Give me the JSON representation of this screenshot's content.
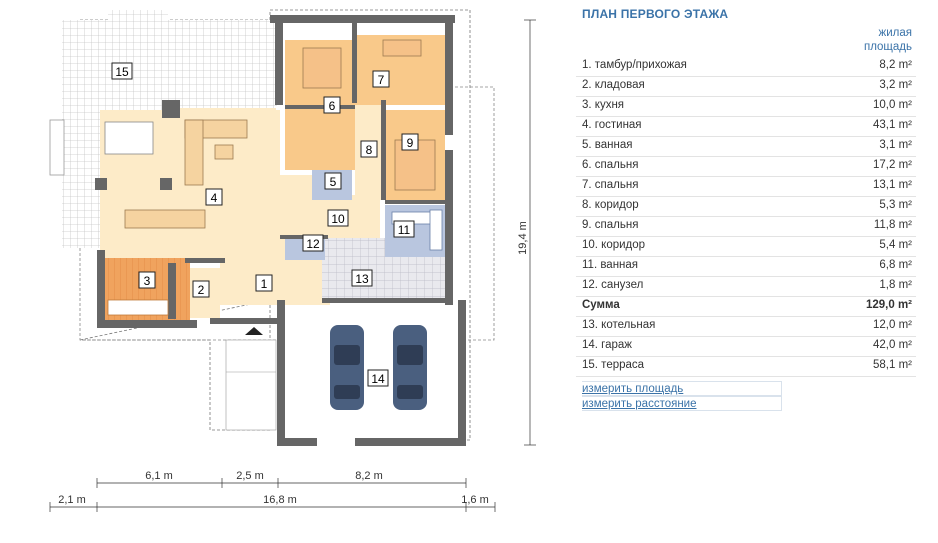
{
  "panel": {
    "title": "ПЛАН ПЕРВОГО ЭТАЖА",
    "area_header_line1": "жилая",
    "area_header_line2": "площадь",
    "rooms": [
      {
        "name": "1. тамбур/прихожая",
        "area": "8,2 m²"
      },
      {
        "name": "2. кладовая",
        "area": "3,2 m²"
      },
      {
        "name": "3. кухня",
        "area": "10,0 m²"
      },
      {
        "name": "4. гостиная",
        "area": "43,1 m²"
      },
      {
        "name": "5. ванная",
        "area": "3,1 m²"
      },
      {
        "name": "6. спальня",
        "area": "17,2 m²"
      },
      {
        "name": "7. спальня",
        "area": "13,1 m²"
      },
      {
        "name": "8. коридор",
        "area": "5,3 m²"
      },
      {
        "name": "9. спальня",
        "area": "11,8 m²"
      },
      {
        "name": "10. коридор",
        "area": "5,4 m²"
      },
      {
        "name": "11. ванная",
        "area": "6,8 m²"
      },
      {
        "name": "12. санузел",
        "area": "1,8 m²"
      }
    ],
    "total": {
      "name": "Сумма",
      "area": "129,0 m²"
    },
    "extra_rooms": [
      {
        "name": "13. котельная",
        "area": "12,0 m²"
      },
      {
        "name": "14. гараж",
        "area": "42,0 m²"
      },
      {
        "name": "15. терраса",
        "area": "58,1 m²"
      }
    ],
    "tools": {
      "measure_area": "измерить площадь",
      "measure_distance": "измерить расстояние"
    }
  },
  "plan": {
    "room_numbers": [
      "1",
      "2",
      "3",
      "4",
      "5",
      "6",
      "7",
      "8",
      "9",
      "10",
      "11",
      "12",
      "13",
      "14",
      "15"
    ],
    "dimensions": {
      "height": "19,4 m",
      "w1": "6,1 m",
      "w2": "2,5 m",
      "w3": "8,2 m",
      "b1": "2,1 m",
      "b2": "16,8 m",
      "b3": "1,6 m"
    },
    "colors": {
      "living": "#fdebc8",
      "bedroom": "#f9c98a",
      "kitchen": "#f2a25c",
      "bath": "#b9c6df",
      "wall": "#666666",
      "garage": "#ffffff",
      "car": "#4a5f7f"
    }
  }
}
